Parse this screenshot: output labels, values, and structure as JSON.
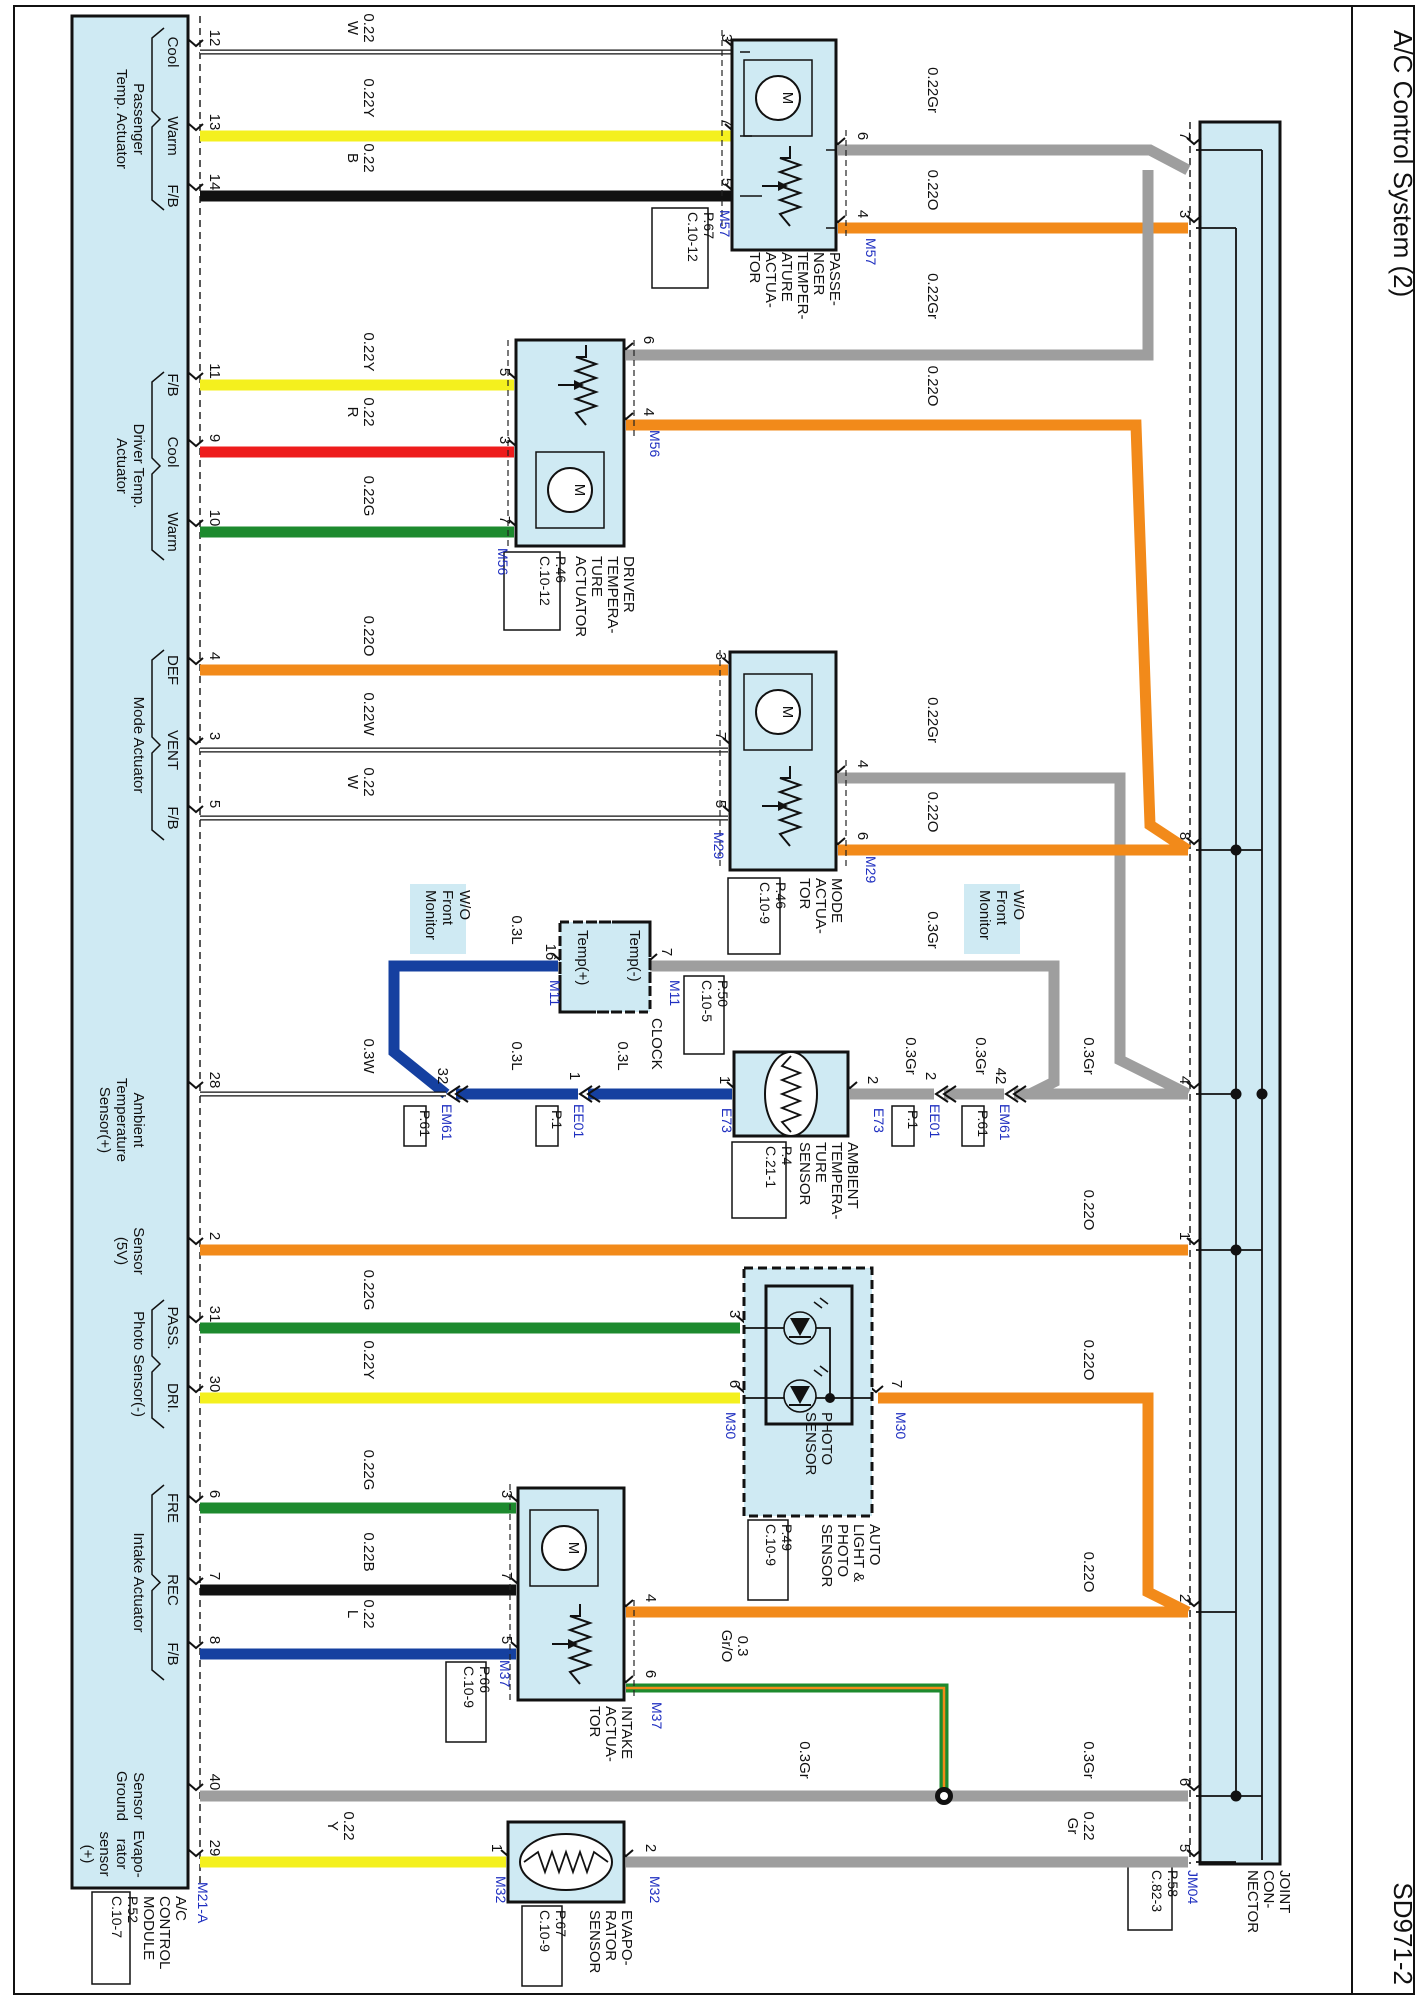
{
  "page": {
    "title": "A/C Control System (2)",
    "code": "SD971-2"
  },
  "colors": {
    "panel": "#cfeaf3",
    "orange": "#f28a1a",
    "gray": "#9e9e9e",
    "yellow": "#f4f01e",
    "black": "#111111",
    "red": "#ee1c1c",
    "green": "#1d8a2e",
    "blue": "#1540a0",
    "white_wire": "#ffffff",
    "green_orange": "#1d8a2e",
    "connector_label": "#1f2fc0"
  },
  "module": {
    "name": "A/C CONTROL MODULE",
    "connector": "M21-A",
    "ref_lines": [
      "P.52",
      "C.10-7"
    ],
    "groups": [
      {
        "title_lines": [
          "Passenger",
          "Temp. Actuator"
        ],
        "pins": [
          "Cool",
          "Warm",
          "F/B"
        ]
      },
      {
        "title_lines": [
          "Driver Temp.",
          "Actuator"
        ],
        "pins": [
          "F/B",
          "Cool",
          "Warm"
        ]
      },
      {
        "title_lines": [
          "Mode Actuator"
        ],
        "pins": [
          "DEF",
          "VENT",
          "F/B"
        ]
      },
      {
        "title_lines": [
          "Ambient",
          "Temperature",
          "Sensor(+)"
        ],
        "pins": []
      },
      {
        "title_lines": [
          "Sensor",
          "(5V)"
        ],
        "pins": []
      },
      {
        "title_lines": [
          "Photo Sensor(-)"
        ],
        "pins": [
          "PASS.",
          "DRI."
        ]
      },
      {
        "title_lines": [
          "Intake Actuator"
        ],
        "pins": [
          "FRE",
          "REC",
          "F/B"
        ]
      },
      {
        "title_lines": [
          "Sensor",
          "Ground"
        ],
        "pins": []
      },
      {
        "title_lines": [
          "Evapo-",
          "rator",
          "sensor",
          "(+)"
        ],
        "pins": []
      }
    ]
  },
  "joint": {
    "name_lines": [
      "JOINT",
      "CON-",
      "NECTOR"
    ],
    "connector": "JM04",
    "ref_lines": [
      "P.58",
      "C.82-3"
    ]
  },
  "components": [
    {
      "id": "passenger-temp-actuator",
      "name_lines": [
        "PASSE-",
        "NGER",
        "TEMPER-",
        "ATURE",
        "ACTUA-",
        "TOR"
      ],
      "connector": "M57",
      "ref_lines": [
        "P.67",
        "C.10-12"
      ]
    },
    {
      "id": "driver-temp-actuator",
      "name_lines": [
        "DRIVER",
        "TEMPERA-",
        "TURE",
        "ACTUATOR"
      ],
      "connector": "M56",
      "ref_lines": [
        "P.46",
        "C.10-12"
      ]
    },
    {
      "id": "mode-actuator",
      "name_lines": [
        "MODE",
        "ACTUA-",
        "TOR"
      ],
      "connector": "M29",
      "ref_lines": [
        "P.46",
        "C.10-9"
      ]
    },
    {
      "id": "clock",
      "name_lines": [
        "CLOCK"
      ],
      "connector": "M11",
      "pin_labels": [
        "Temp(+)",
        "Temp(-)"
      ],
      "ref_lines": [
        "P.50",
        "C.10-5"
      ]
    },
    {
      "id": "ambient-temp-sensor",
      "name_lines": [
        "AMBIENT",
        "TEMPERA-",
        "TURE",
        "SENSOR"
      ],
      "connector": "E73",
      "ref_lines": [
        "P.4",
        "C.21-1"
      ]
    },
    {
      "id": "photo-sensor",
      "name_lines": [
        "AUTO",
        "LIGHT &",
        "PHOTO",
        "SENSOR",
        "PHOTO",
        "SENSOR"
      ],
      "connector": "M30",
      "ref_lines": [
        "P.49",
        "C.10-9"
      ]
    },
    {
      "id": "intake-actuator",
      "name_lines": [
        "INTAKE",
        "ACTUA-",
        "TOR"
      ],
      "connector": "M37",
      "ref_lines": [
        "P.66",
        "C.10-9"
      ]
    },
    {
      "id": "evaporator-sensor",
      "name_lines": [
        "EVAPO-",
        "RATOR",
        "SENSOR"
      ],
      "connector": "M32",
      "ref_lines": [
        "P.67",
        "C.10-9"
      ]
    }
  ],
  "inline_connectors": [
    {
      "id": "em61-left",
      "name": "EM61",
      "ref": "P.61"
    },
    {
      "id": "ee01-left",
      "name": "EE01",
      "ref": "P.1"
    },
    {
      "id": "ee01-right",
      "name": "EE01",
      "ref": "P.1"
    },
    {
      "id": "em61-right",
      "name": "EM61",
      "ref": "P.61"
    }
  ],
  "notes": [
    {
      "id": "wo-front-monitor-1",
      "lines": [
        "W/O",
        "Front",
        "Monitor"
      ]
    },
    {
      "id": "wo-front-monitor-2",
      "lines": [
        "W/O",
        "Front",
        "Monitor"
      ]
    }
  ],
  "pins": {
    "m21_12": "12",
    "m21_13": "13",
    "m21_14": "14",
    "m21_11": "11",
    "m21_9": "9",
    "m21_10": "10",
    "m21_4": "4",
    "m21_3": "3",
    "m21_5": "5",
    "m21_28": "28",
    "m21_2": "2",
    "m21_31": "31",
    "m21_30": "30",
    "m21_6": "6",
    "m21_7": "7",
    "m21_8": "8",
    "m21_40": "40",
    "m21_29": "29",
    "m57_3": "3",
    "m57_7": "7",
    "m57_5": "5",
    "m57_6": "6",
    "m57_4": "4",
    "m56_5": "5",
    "m56_3": "3",
    "m56_7": "7",
    "m56_6": "6",
    "m56_4": "4",
    "m29_3": "3",
    "m29_7": "7",
    "m29_5": "5",
    "m29_4": "4",
    "m29_6": "6",
    "m11_16": "16",
    "m11_7": "7",
    "e73_1": "1",
    "e73_2": "2",
    "em61_32": "32",
    "ee01_1": "1",
    "ee01_2": "2",
    "em61_42": "42",
    "m30_3": "3",
    "m30_6": "6",
    "m30_7": "7",
    "m37_3": "3",
    "m37_7": "7",
    "m37_5": "5",
    "m37_4": "4",
    "m37_6": "6",
    "m32_1": "1",
    "m32_2": "2",
    "jm04_7": "7",
    "jm04_3": "3",
    "jm04_8": "8",
    "jm04_4": "4",
    "jm04_1": "1",
    "jm04_2": "2",
    "jm04_6": "6",
    "jm04_5": "5"
  },
  "wires": [
    {
      "id": "w-m21-12",
      "spec_lines": [
        "0.22",
        "W"
      ],
      "color": "white_wire"
    },
    {
      "id": "w-m21-13",
      "spec_lines": [
        "0.22Y"
      ],
      "color": "yellow"
    },
    {
      "id": "w-m21-14",
      "spec_lines": [
        "0.22",
        "B"
      ],
      "color": "black"
    },
    {
      "id": "w-m57-6",
      "spec_lines": [
        "0.22Gr"
      ],
      "color": "gray"
    },
    {
      "id": "w-m57-4",
      "spec_lines": [
        "0.22O"
      ],
      "color": "orange"
    },
    {
      "id": "w-m21-11",
      "spec_lines": [
        "0.22Y"
      ],
      "color": "yellow"
    },
    {
      "id": "w-m21-9",
      "spec_lines": [
        "0.22",
        "R"
      ],
      "color": "red"
    },
    {
      "id": "w-m21-10",
      "spec_lines": [
        "0.22G"
      ],
      "color": "green"
    },
    {
      "id": "w-m56-6",
      "spec_lines": [
        "0.22Gr"
      ],
      "color": "gray"
    },
    {
      "id": "w-m56-4",
      "spec_lines": [
        "0.22O"
      ],
      "color": "orange"
    },
    {
      "id": "w-m21-4",
      "spec_lines": [
        "0.22O"
      ],
      "color": "orange"
    },
    {
      "id": "w-m21-3",
      "spec_lines": [
        "0.22W"
      ],
      "color": "white_wire"
    },
    {
      "id": "w-m21-5",
      "spec_lines": [
        "0.22",
        "W"
      ],
      "color": "white_wire"
    },
    {
      "id": "w-m29-4",
      "spec_lines": [
        "0.22Gr"
      ],
      "color": "gray"
    },
    {
      "id": "w-m29-6",
      "spec_lines": [
        "0.22O"
      ],
      "color": "orange"
    },
    {
      "id": "w-m11-16",
      "spec_lines": [
        "0.3L"
      ],
      "color": "blue"
    },
    {
      "id": "w-m11-7",
      "spec_lines": [
        "0.3Gr"
      ],
      "color": "gray"
    },
    {
      "id": "w-m21-28",
      "spec_lines": [
        "0.3W"
      ],
      "color": "white_wire"
    },
    {
      "id": "w-em61-ee01",
      "spec_lines": [
        "0.3L"
      ],
      "color": "blue"
    },
    {
      "id": "w-ee01-e73",
      "spec_lines": [
        "0.3L"
      ],
      "color": "blue"
    },
    {
      "id": "w-e73-ee01",
      "spec_lines": [
        "0.3Gr"
      ],
      "color": "gray"
    },
    {
      "id": "w-ee01-em61",
      "spec_lines": [
        "0.3Gr"
      ],
      "color": "gray"
    },
    {
      "id": "w-em61-jm04",
      "spec_lines": [
        "0.3Gr"
      ],
      "color": "gray"
    },
    {
      "id": "w-m21-2",
      "spec_lines": [
        "0.22O"
      ],
      "color": "orange"
    },
    {
      "id": "w-m21-31",
      "spec_lines": [
        "0.22G"
      ],
      "color": "green"
    },
    {
      "id": "w-m21-30",
      "spec_lines": [
        "0.22Y"
      ],
      "color": "yellow"
    },
    {
      "id": "w-m30-7",
      "spec_lines": [
        "0.22O"
      ],
      "color": "orange"
    },
    {
      "id": "w-m21-6",
      "spec_lines": [
        "0.22G"
      ],
      "color": "green"
    },
    {
      "id": "w-m21-7",
      "spec_lines": [
        "0.22B"
      ],
      "color": "black"
    },
    {
      "id": "w-m21-8",
      "spec_lines": [
        "0.22",
        "L"
      ],
      "color": "blue"
    },
    {
      "id": "w-m37-4",
      "spec_lines": [
        "0.22O"
      ],
      "color": "orange"
    },
    {
      "id": "w-m37-6",
      "spec_lines": [
        "0.3",
        "Gr/O"
      ],
      "color": "green_orange"
    },
    {
      "id": "w-m21-40",
      "spec_lines": [
        "0.3Gr"
      ],
      "color": "gray"
    },
    {
      "id": "w-ground-jm04",
      "spec_lines": [
        "0.3Gr"
      ],
      "color": "gray"
    },
    {
      "id": "w-m21-29",
      "spec_lines": [
        "0.22",
        "Y"
      ],
      "color": "yellow"
    },
    {
      "id": "w-m32-2",
      "spec_lines": [
        "0.22",
        "Gr"
      ],
      "color": "gray"
    }
  ]
}
